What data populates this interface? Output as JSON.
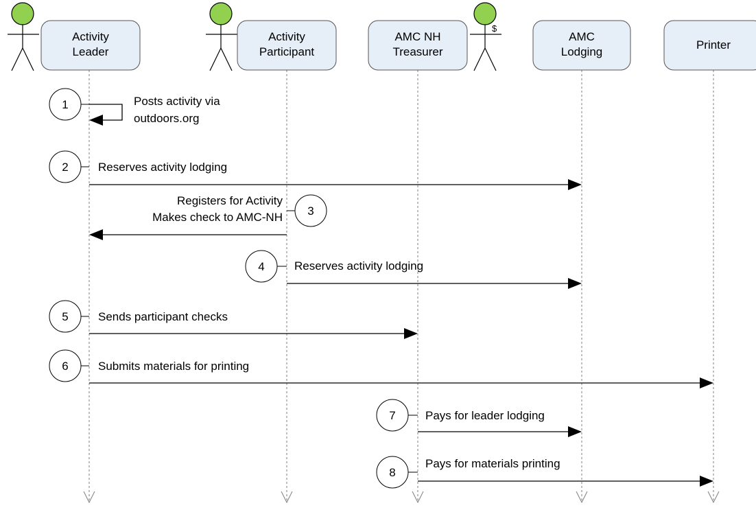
{
  "participants": [
    {
      "id": "leader",
      "line1": "Activity",
      "line2": "Leader",
      "actor": true
    },
    {
      "id": "participant",
      "line1": "Activity",
      "line2": "Participant",
      "actor": true
    },
    {
      "id": "treasurer",
      "line1": "AMC NH",
      "line2": "Treasurer",
      "actor": true,
      "actor_badge": "$"
    },
    {
      "id": "lodging",
      "line1": "AMC",
      "line2": "Lodging",
      "actor": false
    },
    {
      "id": "printer",
      "line1": "Printer",
      "line2": "",
      "actor": false
    }
  ],
  "messages": [
    {
      "step": "1",
      "from": "leader",
      "to": "leader",
      "self": true,
      "text": [
        "Posts activity via",
        "outdoors.org"
      ]
    },
    {
      "step": "2",
      "from": "leader",
      "to": "lodging",
      "text": [
        "Reserves activity lodging"
      ]
    },
    {
      "step": "3",
      "from": "participant",
      "to": "leader",
      "text": [
        "Registers for Activity",
        "Makes check to AMC-NH"
      ]
    },
    {
      "step": "4",
      "from": "participant",
      "to": "lodging",
      "text": [
        "Reserves activity lodging"
      ]
    },
    {
      "step": "5",
      "from": "leader",
      "to": "treasurer",
      "text": [
        "Sends participant checks"
      ]
    },
    {
      "step": "6",
      "from": "leader",
      "to": "printer",
      "text": [
        "Submits materials for printing"
      ]
    },
    {
      "step": "7",
      "from": "treasurer",
      "to": "lodging",
      "text": [
        "Pays for leader lodging"
      ]
    },
    {
      "step": "8",
      "from": "treasurer",
      "to": "printer",
      "text": [
        "Pays for materials printing"
      ]
    }
  ],
  "colors": {
    "box_fill": "#e6eef8",
    "box_stroke": "#555555",
    "actor_head": "#92d050",
    "line": "#000000",
    "lifeline": "#7f7f7f"
  }
}
